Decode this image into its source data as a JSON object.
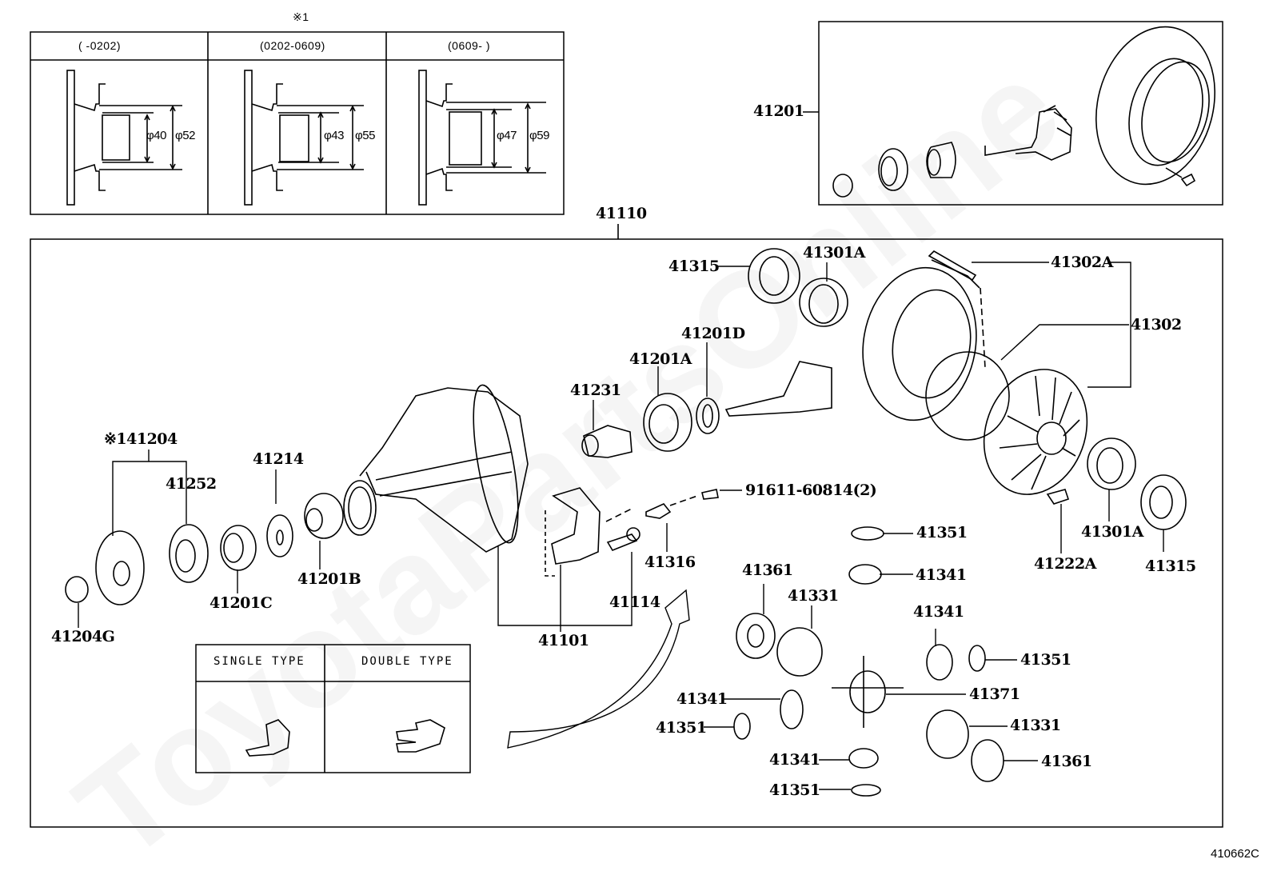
{
  "diagram": {
    "title_note": "※1",
    "figure_code": "410662C",
    "watermark": "ToyotaPartsOnline",
    "variant_table": {
      "columns": [
        {
          "header": "(    -0202)",
          "inner_dim": "φ40",
          "outer_dim": "φ52"
        },
        {
          "header": "(0202-0609)",
          "inner_dim": "φ43",
          "outer_dim": "φ55"
        },
        {
          "header": "(0609-    )",
          "inner_dim": "φ47",
          "outer_dim": "φ59"
        }
      ]
    },
    "kit_box": {
      "label": "41201"
    },
    "main_assembly": {
      "label": "41110"
    },
    "bracket_table": {
      "columns": [
        {
          "header": "SINGLE TYPE"
        },
        {
          "header": "DOUBLE TYPE"
        }
      ]
    },
    "callouts": {
      "p41315_top": "41315",
      "p41301A_top": "41301A",
      "p41302A": "41302A",
      "p41302": "41302",
      "p41201D": "41201D",
      "p41201A": "41201A",
      "p41231": "41231",
      "p41204": "※141204",
      "p41252": "41252",
      "p41214": "41214",
      "p41201C": "41201C",
      "p41201B": "41201B",
      "p41204G": "41204G",
      "p91611": "91611-60814(2)",
      "p41316": "41316",
      "p41114": "41114",
      "p41101": "41101",
      "p41222A": "41222A",
      "p41301A_bot": "41301A",
      "p41315_bot": "41315",
      "p41351_a": "41351",
      "p41341_a": "41341",
      "p41361_a": "41361",
      "p41331_a": "41331",
      "p41341_b": "41341",
      "p41351_b": "41351",
      "p41371": "41371",
      "p41341_c": "41341",
      "p41351_c": "41351",
      "p41331_b": "41331",
      "p41341_d": "41341",
      "p41361_b": "41361",
      "p41351_d": "41351"
    }
  }
}
